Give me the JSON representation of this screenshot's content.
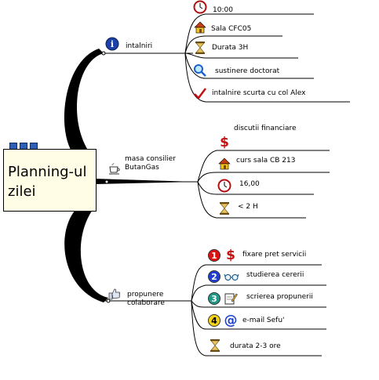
{
  "root": {
    "title": "Planning-ul\nzilei"
  },
  "branches": [
    {
      "label": "intalniri",
      "icon": "info-icon",
      "children": [
        {
          "label": "10:00",
          "icon": "clock-icon"
        },
        {
          "label": "Sala CFC05",
          "icon": "house-icon"
        },
        {
          "label": "Durata 3H",
          "icon": "hourglass-icon"
        },
        {
          "label": "sustinere doctorat",
          "icon": "magnifier-icon"
        },
        {
          "label": "intalnire scurta cu col Alex",
          "icon": "checkmark-icon"
        }
      ]
    },
    {
      "label": "masa consilier\nButanGas",
      "icon": "coffee-cup-icon",
      "children": [
        {
          "label": "discutii financiare",
          "icon": "dollar-icon"
        },
        {
          "label": "curs sala CB 213",
          "icon": "house-icon"
        },
        {
          "label": "16,00",
          "icon": "clock-icon"
        },
        {
          "label": "< 2 H",
          "icon": "hourglass-icon"
        }
      ]
    },
    {
      "label": "propunere\ncolaborare",
      "icon": "thumbs-up-icon",
      "children": [
        {
          "label": "fixare pret servicii",
          "priority": "1",
          "icon": "dollar-icon",
          "color": "#e01010"
        },
        {
          "label": "studierea cererii",
          "priority": "2",
          "icon": "glasses-icon",
          "color": "#1f3fd0"
        },
        {
          "label": "scrierea propunerii",
          "priority": "3",
          "icon": "notepad-icon",
          "color": "#1f9a88"
        },
        {
          "label": "e-mail Sefu'",
          "priority": "4",
          "icon": "at-sign-icon",
          "color": "#f2d21a"
        },
        {
          "label": "durata 2-3 ore",
          "icon": "hourglass-icon"
        }
      ]
    }
  ]
}
